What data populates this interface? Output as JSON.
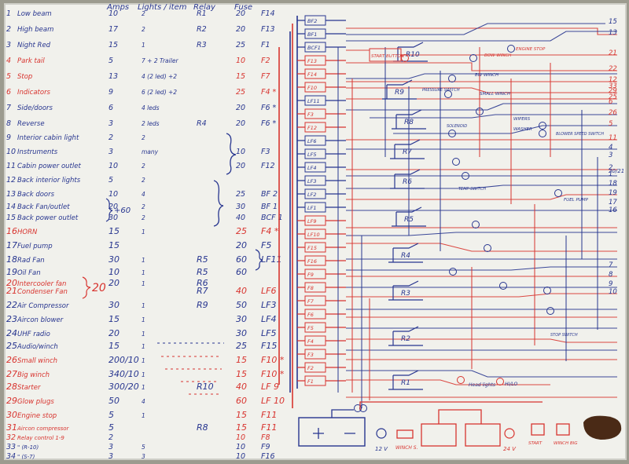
{
  "colors": {
    "blue": "#27358f",
    "red": "#d8342f",
    "board": "#f1f1ec"
  },
  "header": {
    "amps": "Amps",
    "lights": "Lights / item",
    "relay": "Relay",
    "fuse": "Fuse"
  },
  "rows": [
    {
      "num": "1",
      "name": "Low beam",
      "amps": "10",
      "lights": "2",
      "relay": "R1",
      "fuse": "20",
      "fuseId": "F14",
      "color": "blue"
    },
    {
      "num": "2",
      "name": "High beam",
      "amps": "17",
      "lights": "2",
      "relay": "R2",
      "fuse": "20",
      "fuseId": "F13",
      "color": "blue"
    },
    {
      "num": "3",
      "name": "Night Red",
      "amps": "15",
      "lights": "1",
      "relay": "R3",
      "fuse": "25",
      "fuseId": "F1",
      "color": "blue"
    },
    {
      "num": "4",
      "name": "Park tail",
      "amps": "5",
      "lights": "7 + 2 Trailer",
      "relay": "",
      "fuse": "10",
      "fuseId": "F2",
      "color": "red"
    },
    {
      "num": "5",
      "name": "Stop",
      "amps": "13",
      "lights": "4 (2 led) +2",
      "relay": "",
      "fuse": "15",
      "fuseId": "F7",
      "color": "red"
    },
    {
      "num": "6",
      "name": "Indicators",
      "amps": "9",
      "lights": "6 (2 led) +2",
      "relay": "",
      "fuse": "25",
      "fuseId": "F4 *",
      "color": "red"
    },
    {
      "num": "7",
      "name": "Side/doors",
      "amps": "6",
      "lights": "4 leds",
      "relay": "",
      "fuse": "20",
      "fuseId": "F6 *",
      "color": "blue"
    },
    {
      "num": "8",
      "name": "Reverse",
      "amps": "3",
      "lights": "2 leds",
      "relay": "R4",
      "fuse": "20",
      "fuseId": "F6 *",
      "color": "blue"
    },
    {
      "num": "9",
      "name": "Interior cabin light",
      "amps": "2",
      "lights": "2",
      "relay": "",
      "fuse": "",
      "fuseId": "",
      "color": "blue"
    },
    {
      "num": "10",
      "name": "Instruments",
      "amps": "3",
      "lights": "many",
      "relay": "",
      "fuse": "10",
      "fuseId": "F3",
      "color": "blue"
    },
    {
      "num": "11",
      "name": "Cabin power outlet",
      "amps": "10",
      "lights": "2",
      "relay": "",
      "fuse": "20",
      "fuseId": "F12",
      "color": "blue"
    },
    {
      "num": "12",
      "name": "Back interior lights",
      "amps": "5",
      "lights": "2",
      "relay": "",
      "fuse": "",
      "fuseId": "",
      "color": "blue"
    },
    {
      "num": "13",
      "name": "Back doors",
      "amps": "10",
      "lights": "4",
      "relay": "",
      "fuse": "25",
      "fuseId": "BF 2",
      "color": "blue"
    },
    {
      "num": "14",
      "name": "Back Fan/outlet",
      "amps": "20",
      "lights": "2",
      "relay": "",
      "fuse": "30",
      "fuseId": "BF 1",
      "color": "blue"
    },
    {
      "num": "15",
      "name": "Back power outlet",
      "amps": "30",
      "lights": "2",
      "relay": "",
      "fuse": "40",
      "fuseId": "BCF 1",
      "color": "blue"
    },
    {
      "num": "16",
      "name": "HORN",
      "amps": "15",
      "lights": "1",
      "relay": "",
      "fuse": "25",
      "fuseId": "F4 *",
      "color": "red"
    },
    {
      "num": "17",
      "name": "Fuel pump",
      "amps": "15",
      "lights": "",
      "relay": "",
      "fuse": "20",
      "fuseId": "F5",
      "color": "blue"
    },
    {
      "num": "18",
      "name": "Rad Fan",
      "amps": "30",
      "lights": "1",
      "relay": "R5",
      "fuse": "60",
      "fuseId": "LF11",
      "color": "blue"
    },
    {
      "num": "19",
      "name": "Oil Fan",
      "amps": "10",
      "lights": "1",
      "relay": "R5",
      "fuse": "60",
      "fuseId": "",
      "color": "blue"
    },
    {
      "num": "20",
      "name": "Intercooler fan",
      "amps": "20",
      "lights": "1",
      "relay": "R6",
      "fuse": "",
      "fuseId": "",
      "color": "red"
    },
    {
      "num": "21",
      "name": "Condenser Fan",
      "amps": "",
      "lights": "",
      "relay": "R7",
      "fuse": "40",
      "fuseId": "LF6",
      "color": "red"
    },
    {
      "num": "22",
      "name": "Air Compressor",
      "amps": "30",
      "lights": "1",
      "relay": "R9",
      "fuse": "50",
      "fuseId": "LF3",
      "color": "blue"
    },
    {
      "num": "23",
      "name": "Aircon blower",
      "amps": "15",
      "lights": "1",
      "relay": "",
      "fuse": "30",
      "fuseId": "LF4",
      "color": "blue"
    },
    {
      "num": "24",
      "name": "UHF radio",
      "amps": "20",
      "lights": "1",
      "relay": "",
      "fuse": "30",
      "fuseId": "LF5",
      "color": "blue"
    },
    {
      "num": "25",
      "name": "Audio/winch",
      "amps": "15",
      "lights": "1",
      "relay": "",
      "fuse": "25",
      "fuseId": "F15",
      "color": "blue"
    },
    {
      "num": "26",
      "name": "Small winch",
      "amps": "200/10",
      "lights": "1",
      "relay": "",
      "fuse": "15",
      "fuseId": "F10 *",
      "color": "red"
    },
    {
      "num": "27",
      "name": "Big winch",
      "amps": "340/10",
      "lights": "1",
      "relay": "",
      "fuse": "15",
      "fuseId": "F10 *",
      "color": "red"
    },
    {
      "num": "28",
      "name": "Starter",
      "amps": "300/20",
      "lights": "1",
      "relay": "R10",
      "fuse": "40",
      "fuseId": "LF 9",
      "color": "red"
    },
    {
      "num": "29",
      "name": "Glow plugs",
      "amps": "50",
      "lights": "4",
      "relay": "",
      "fuse": "60",
      "fuseId": "LF 10",
      "color": "red"
    },
    {
      "num": "30",
      "name": "Engine stop",
      "amps": "5",
      "lights": "1",
      "relay": "",
      "fuse": "15",
      "fuseId": "F11",
      "color": "red"
    },
    {
      "num": "31",
      "name": "Aircon compressor",
      "amps": "5",
      "lights": "",
      "relay": "R8",
      "fuse": "15",
      "fuseId": "F11",
      "color": "red"
    },
    {
      "num": "32",
      "name": "Relay control 1-9",
      "amps": "2",
      "lights": "",
      "relay": "",
      "fuse": "10",
      "fuseId": "F8",
      "color": "red"
    },
    {
      "num": "33",
      "name": "\"  (R-10)",
      "amps": "3",
      "lights": "5",
      "relay": "",
      "fuse": "10",
      "fuseId": "F9",
      "color": "blue"
    },
    {
      "num": "34",
      "name": "\"  (S-7)",
      "amps": "3",
      "lights": "3",
      "relay": "",
      "fuse": "10",
      "fuseId": "F16",
      "color": "blue"
    }
  ],
  "combined": [
    "20",
    "+60",
    "20"
  ],
  "fuse_block": [
    {
      "label": "BF2",
      "color": "blue"
    },
    {
      "label": "BF1",
      "color": "blue"
    },
    {
      "label": "BCF1",
      "color": "blue"
    },
    {
      "label": "F13",
      "color": "red"
    },
    {
      "label": "F14",
      "color": "red"
    },
    {
      "label": "F10",
      "color": "red"
    },
    {
      "label": "LF11",
      "color": "blue"
    },
    {
      "label": "F3",
      "color": "red"
    },
    {
      "label": "F12",
      "color": "red"
    },
    {
      "label": "LF6",
      "color": "blue"
    },
    {
      "label": "LF5",
      "color": "blue"
    },
    {
      "label": "LF4",
      "color": "blue"
    },
    {
      "label": "LF3",
      "color": "blue"
    },
    {
      "label": "LF2",
      "color": "blue"
    },
    {
      "label": "LF1",
      "color": "blue"
    },
    {
      "label": "LF9",
      "color": "red"
    },
    {
      "label": "LF10",
      "color": "red"
    },
    {
      "label": "F15",
      "color": "red"
    },
    {
      "label": "F16",
      "color": "red"
    },
    {
      "label": "F9",
      "color": "red"
    },
    {
      "label": "F8",
      "color": "red"
    },
    {
      "label": "F7",
      "color": "red"
    },
    {
      "label": "F6",
      "color": "red"
    },
    {
      "label": "F5",
      "color": "red"
    },
    {
      "label": "F4",
      "color": "red"
    },
    {
      "label": "F3",
      "color": "red"
    },
    {
      "label": "F2",
      "color": "red"
    },
    {
      "label": "F1",
      "color": "red"
    }
  ],
  "relays": [
    "R10",
    "R9",
    "R8",
    "R7",
    "R6",
    "R5",
    "R4",
    "R3",
    "R2",
    "R1"
  ],
  "components": {
    "start_button": "START BUTTON",
    "bw_winch": "BW WINCH",
    "small_winch": "SMALL WINCH",
    "bow_winch": "BOW WINCH",
    "engine_stop": "ENGINE STOP",
    "pressure_switch": "PRESSURE SWITCH",
    "solenoid": "SOLENOID",
    "wipers": "WIPERS",
    "washer": "WASHER",
    "blower_speed_switch": "BLOWER SPEED SWITCH",
    "fuel_pump": "FUEL PUMP",
    "temp_switch": "TEMP SWITCH",
    "head_lights": "Head lights",
    "hi_lo": "HI/LO",
    "stop_switch": "STOP SWITCH",
    "label_12v": "12 V",
    "winch_s": "WINCH S.",
    "label_24v": "24 V",
    "start": "START",
    "winch_big": "WINCH BIG"
  },
  "right_edge": [
    "15",
    "13",
    "21",
    "22",
    "12",
    "33",
    "29",
    "25",
    "6",
    "26",
    "5",
    "11",
    "4",
    "3",
    "2",
    "1",
    "20/21",
    "18",
    "19",
    "17",
    "16",
    "7",
    "8",
    "9",
    "10"
  ]
}
